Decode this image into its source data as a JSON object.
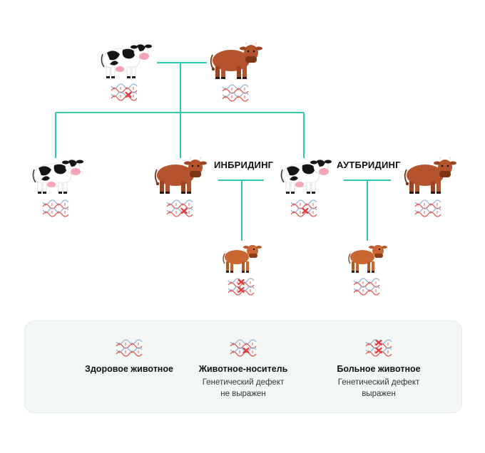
{
  "labels": {
    "inbreeding": "ИНБРИДИНГ",
    "outbreeding": "АУТБРИДИНГ"
  },
  "legend": {
    "healthy": {
      "title": "Здоровое животное",
      "sub1": "",
      "sub2": ""
    },
    "carrier": {
      "title": "Животное-носитель",
      "sub1": "Генетический дефект",
      "sub2": "не выражен"
    },
    "sick": {
      "title": "Больное животное",
      "sub1": "Генетический дефект",
      "sub2": "выражен"
    }
  },
  "colors": {
    "line": "#2fc7b0",
    "brown_cow": "#b5532d",
    "brown_dark": "#7a3416",
    "calf": "#c8672f",
    "dna_red": "#e0524f",
    "dna_blue": "#8fb3d4",
    "defect_x": "#e03a3a",
    "legend_bg": "#f3f8f6"
  },
  "icons": [
    "holstein-cow-icon",
    "brown-cow-icon",
    "calf-icon",
    "dna-icon",
    "defect-x-icon"
  ]
}
